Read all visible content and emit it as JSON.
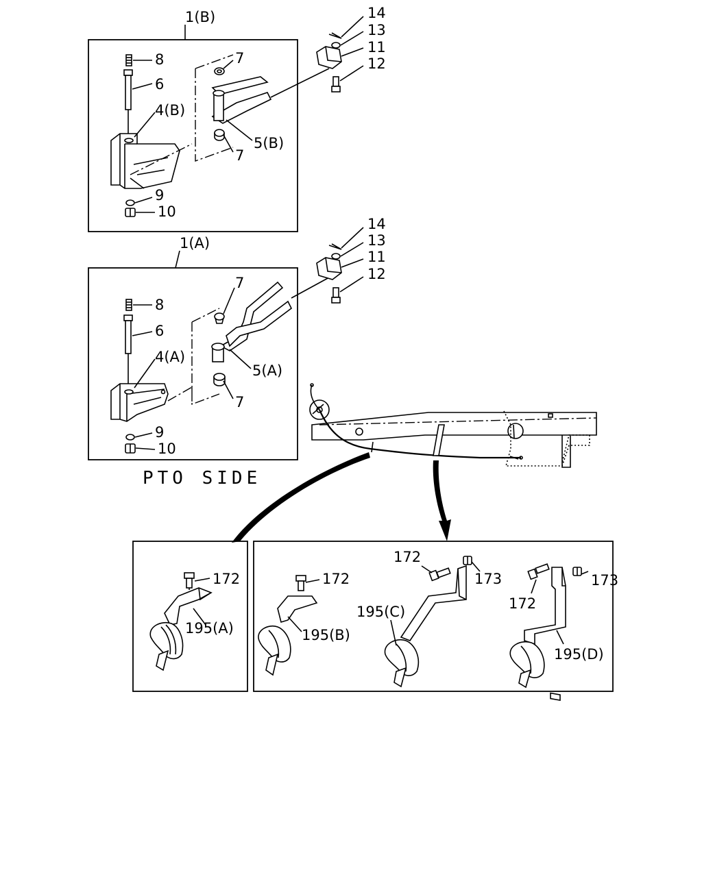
{
  "title": "PTO SIDE",
  "assembly_b": {
    "group_label": "1(B)",
    "labels": {
      "p8": "8",
      "p6": "6",
      "p4": "4(B)",
      "p7a": "7",
      "p7b": "7",
      "p5": "5(B)",
      "p9": "9",
      "p10": "10",
      "p14": "14",
      "p13": "13",
      "p11": "11",
      "p12": "12"
    }
  },
  "assembly_a": {
    "group_label": "1(A)",
    "labels": {
      "p8": "8",
      "p6": "6",
      "p4": "4(A)",
      "p7a": "7",
      "p7b": "7",
      "p5": "5(A)",
      "p9": "9",
      "p10": "10",
      "p14": "14",
      "p13": "13",
      "p11": "11",
      "p12": "12"
    }
  },
  "clip_left": {
    "labels": {
      "bolt": "172",
      "clip": "195(A)"
    }
  },
  "clip_right": {
    "labels": {
      "b_bolt": "172",
      "b_clip": "195(B)",
      "c_bolt": "172",
      "c_nut": "173",
      "c_clip": "195(C)",
      "d_bolt": "172",
      "d_nut": "173",
      "d_clip": "195(D)"
    }
  }
}
